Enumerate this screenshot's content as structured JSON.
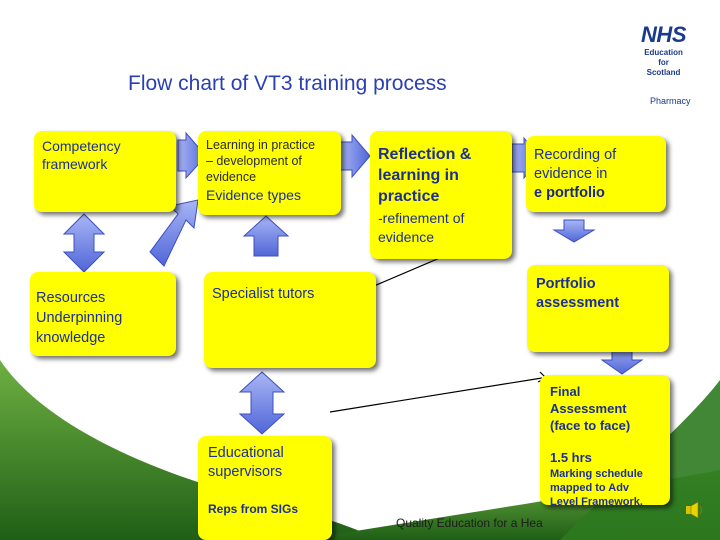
{
  "header": {
    "title": "Flow chart of  VT3 training process",
    "logo": {
      "text": "NHS",
      "sub_lines": [
        "Education",
        "for",
        "Scotland"
      ]
    },
    "tag": "Pharmacy"
  },
  "boxes": {
    "competency": {
      "lines": [
        "Competency",
        "framework"
      ]
    },
    "learning": {
      "lines": [
        "Learning in practice",
        "– development of",
        "evidence"
      ],
      "sub": "Evidence types"
    },
    "reflection": {
      "lines": [
        "Reflection &",
        "learning in",
        "practice"
      ],
      "sub_lines": [
        "-refinement of",
        "evidence"
      ]
    },
    "recording": {
      "lines": [
        "Recording of",
        "evidence in"
      ],
      "bold_line": "e portfolio"
    },
    "resources": {
      "title": "Resources",
      "lines": [
        "Underpinning",
        "knowledge"
      ]
    },
    "specialist": {
      "label": "Specialist tutors"
    },
    "portfolio": {
      "lines": [
        "Portfolio",
        "assessment"
      ]
    },
    "final": {
      "lines": [
        "Final",
        "Assessment",
        "(face to face)"
      ],
      "hours": "1.5 hrs",
      "note_lines": [
        "Marking schedule",
        "mapped to Adv",
        "Level Framework."
      ]
    },
    "educational": {
      "lines": [
        "Educational",
        "supervisors"
      ],
      "sub": "Reps from SIGs"
    }
  },
  "footer": {
    "text": "Quality Education for a Hea"
  },
  "colors": {
    "box_fill": "#ffff00",
    "arrow_blue": "#7b8fe6",
    "title_blue": "#2b3fb5",
    "grass_green": "#2d7a1f"
  }
}
